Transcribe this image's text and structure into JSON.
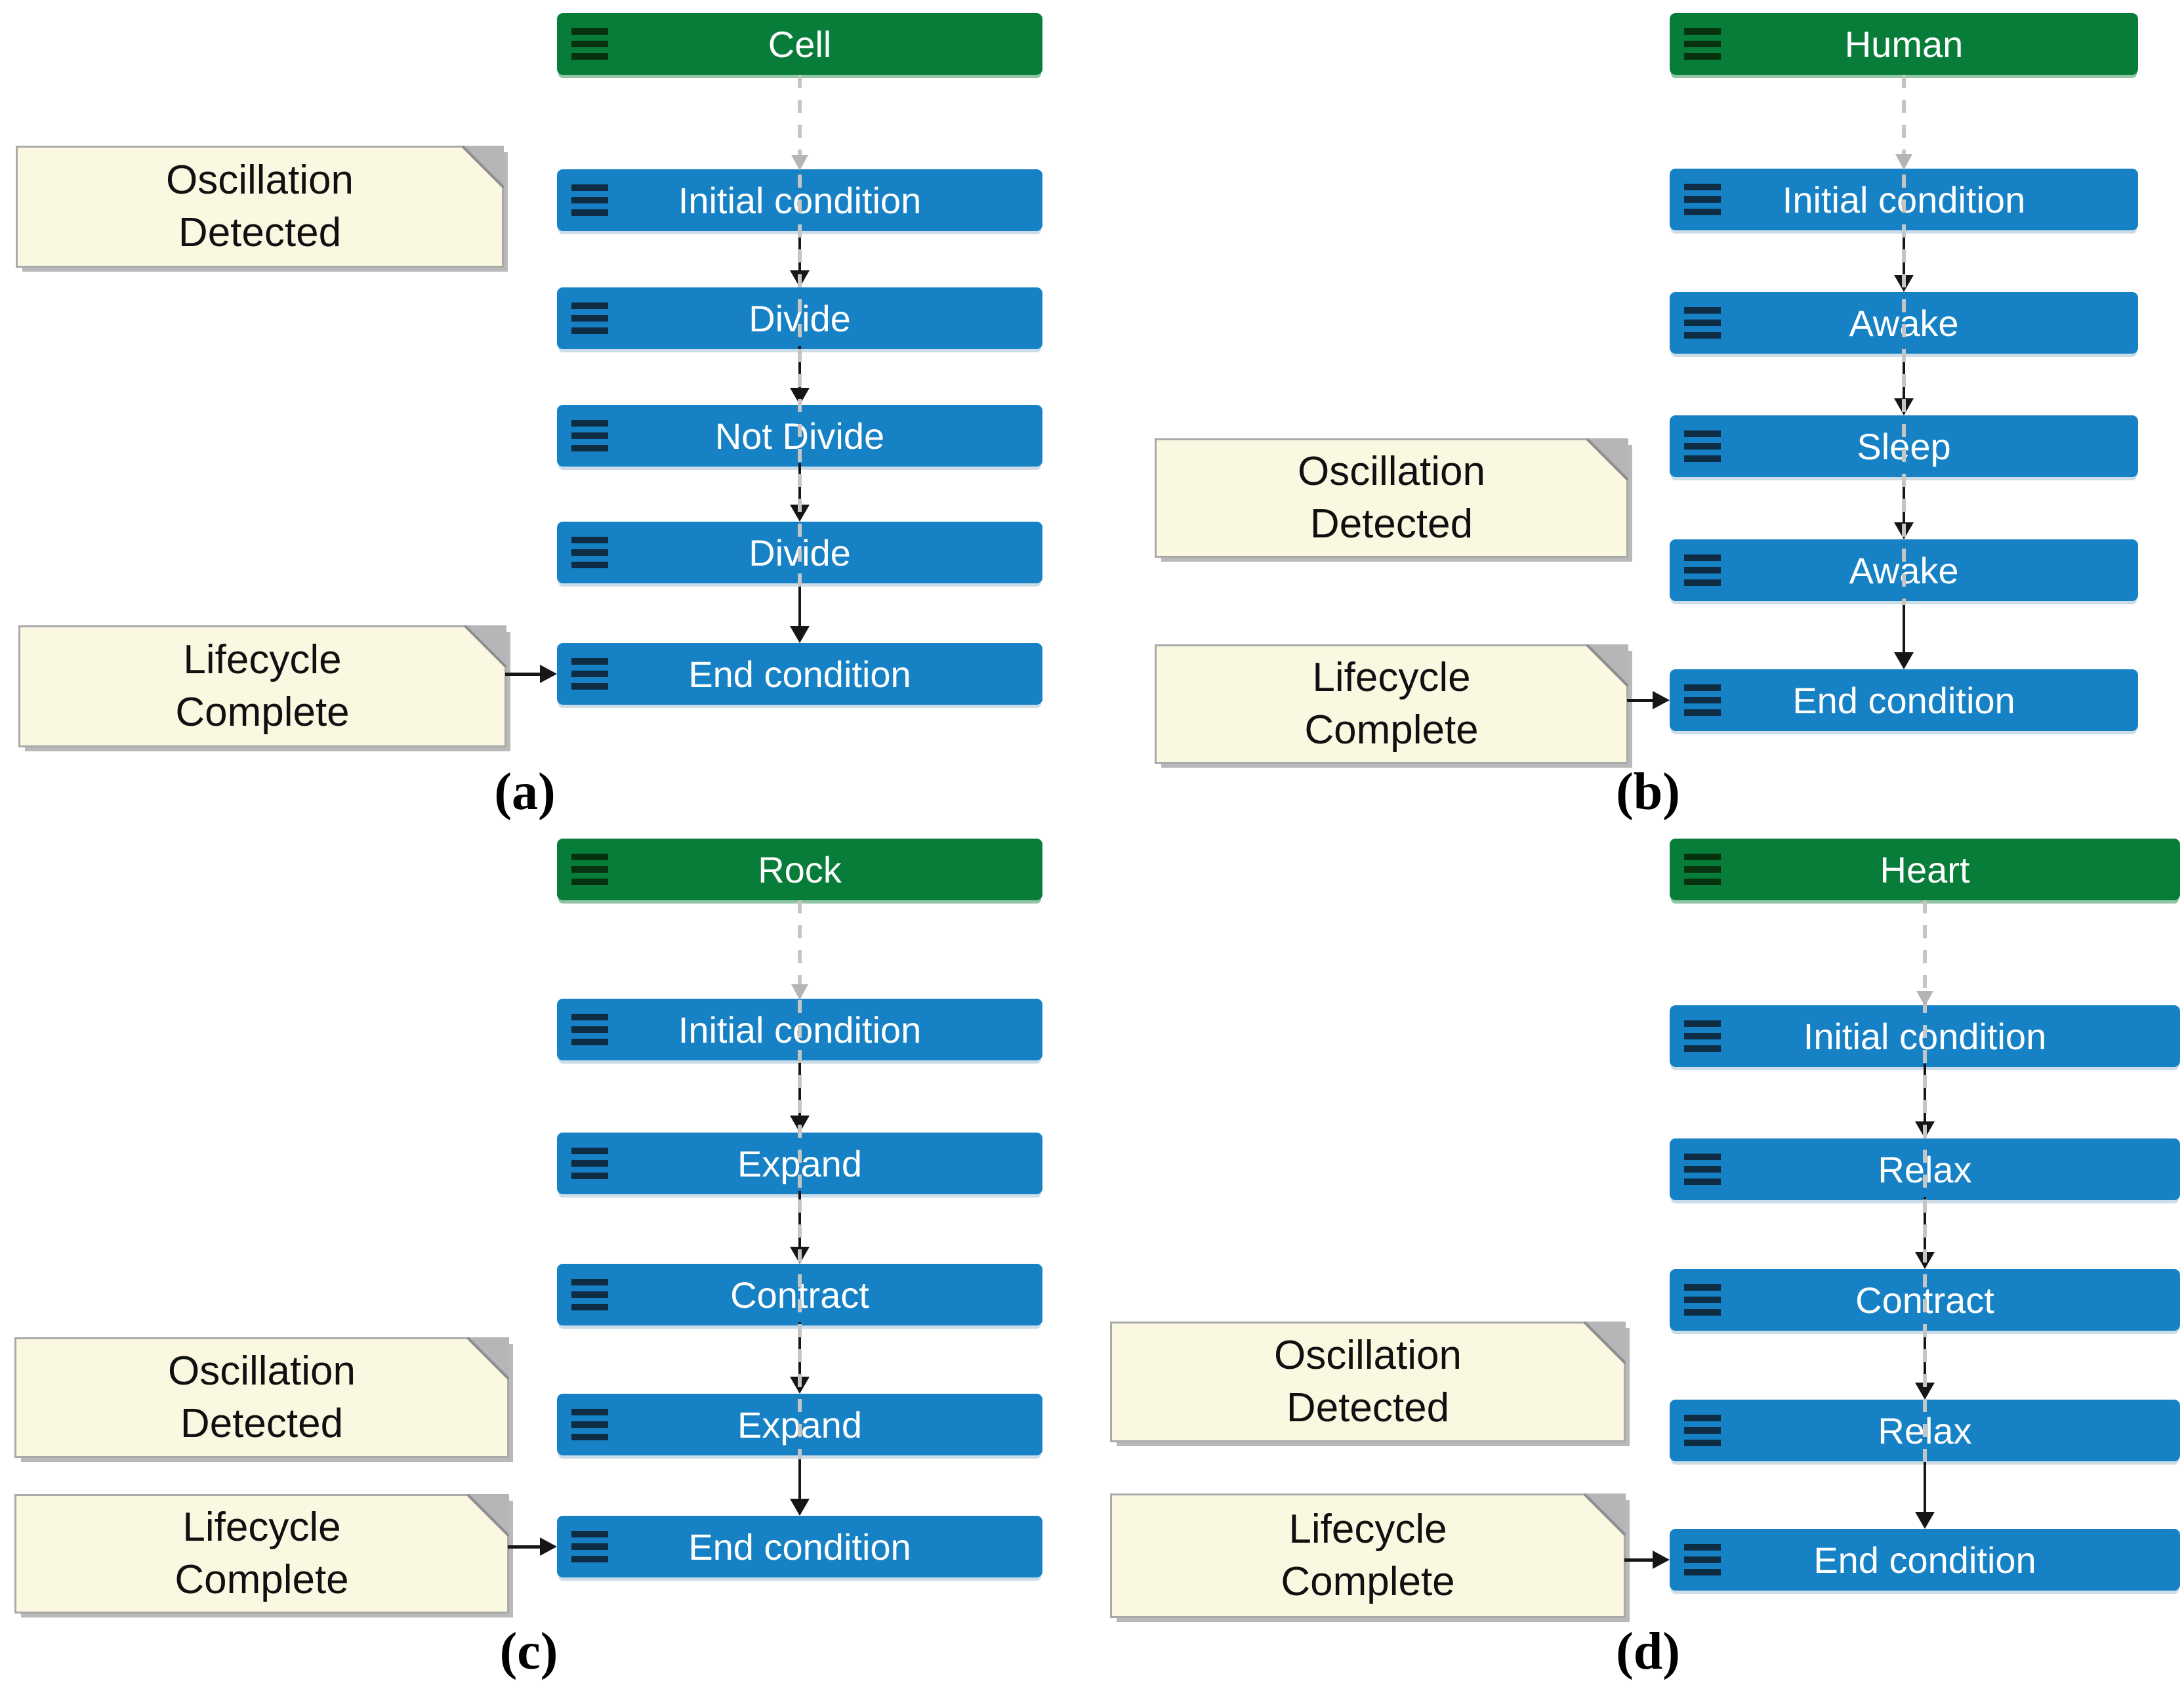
{
  "figure": {
    "panels": [
      {
        "label": "(a)",
        "title": "Cell",
        "states": [
          "Initial condition",
          "Divide",
          "Not Divide",
          "Divide",
          "End condition"
        ],
        "notes": [
          {
            "line1": "Oscillation",
            "line2": "Detected"
          },
          {
            "line1": "Lifecycle",
            "line2": "Complete"
          }
        ]
      },
      {
        "label": "(b)",
        "title": "Human",
        "states": [
          "Initial condition",
          "Awake",
          "Sleep",
          "Awake",
          "End condition"
        ],
        "notes": [
          {
            "line1": "Oscillation",
            "line2": "Detected"
          },
          {
            "line1": "Lifecycle",
            "line2": "Complete"
          }
        ]
      },
      {
        "label": "(c)",
        "title": "Rock",
        "states": [
          "Initial condition",
          "Expand",
          "Contract",
          "Expand",
          "End condition"
        ],
        "notes": [
          {
            "line1": "Oscillation",
            "line2": "Detected"
          },
          {
            "line1": "Lifecycle",
            "line2": "Complete"
          }
        ]
      },
      {
        "label": "(d)",
        "title": "Heart",
        "states": [
          "Initial condition",
          "Relax",
          "Contract",
          "Relax",
          "End condition"
        ],
        "notes": [
          {
            "line1": "Oscillation",
            "line2": "Detected"
          },
          {
            "line1": "Lifecycle",
            "line2": "Complete"
          }
        ]
      }
    ],
    "colors": {
      "header_green": "#087d3a",
      "state_blue": "#1682c5",
      "note_cream": "#faf8e1",
      "note_border_gray": "#a9a9a9",
      "fold_gray": "#b6b6b8",
      "dashed_gray": "#c5c5c5",
      "arrow_black": "#161616",
      "box_text_white": "#ffffff"
    }
  }
}
